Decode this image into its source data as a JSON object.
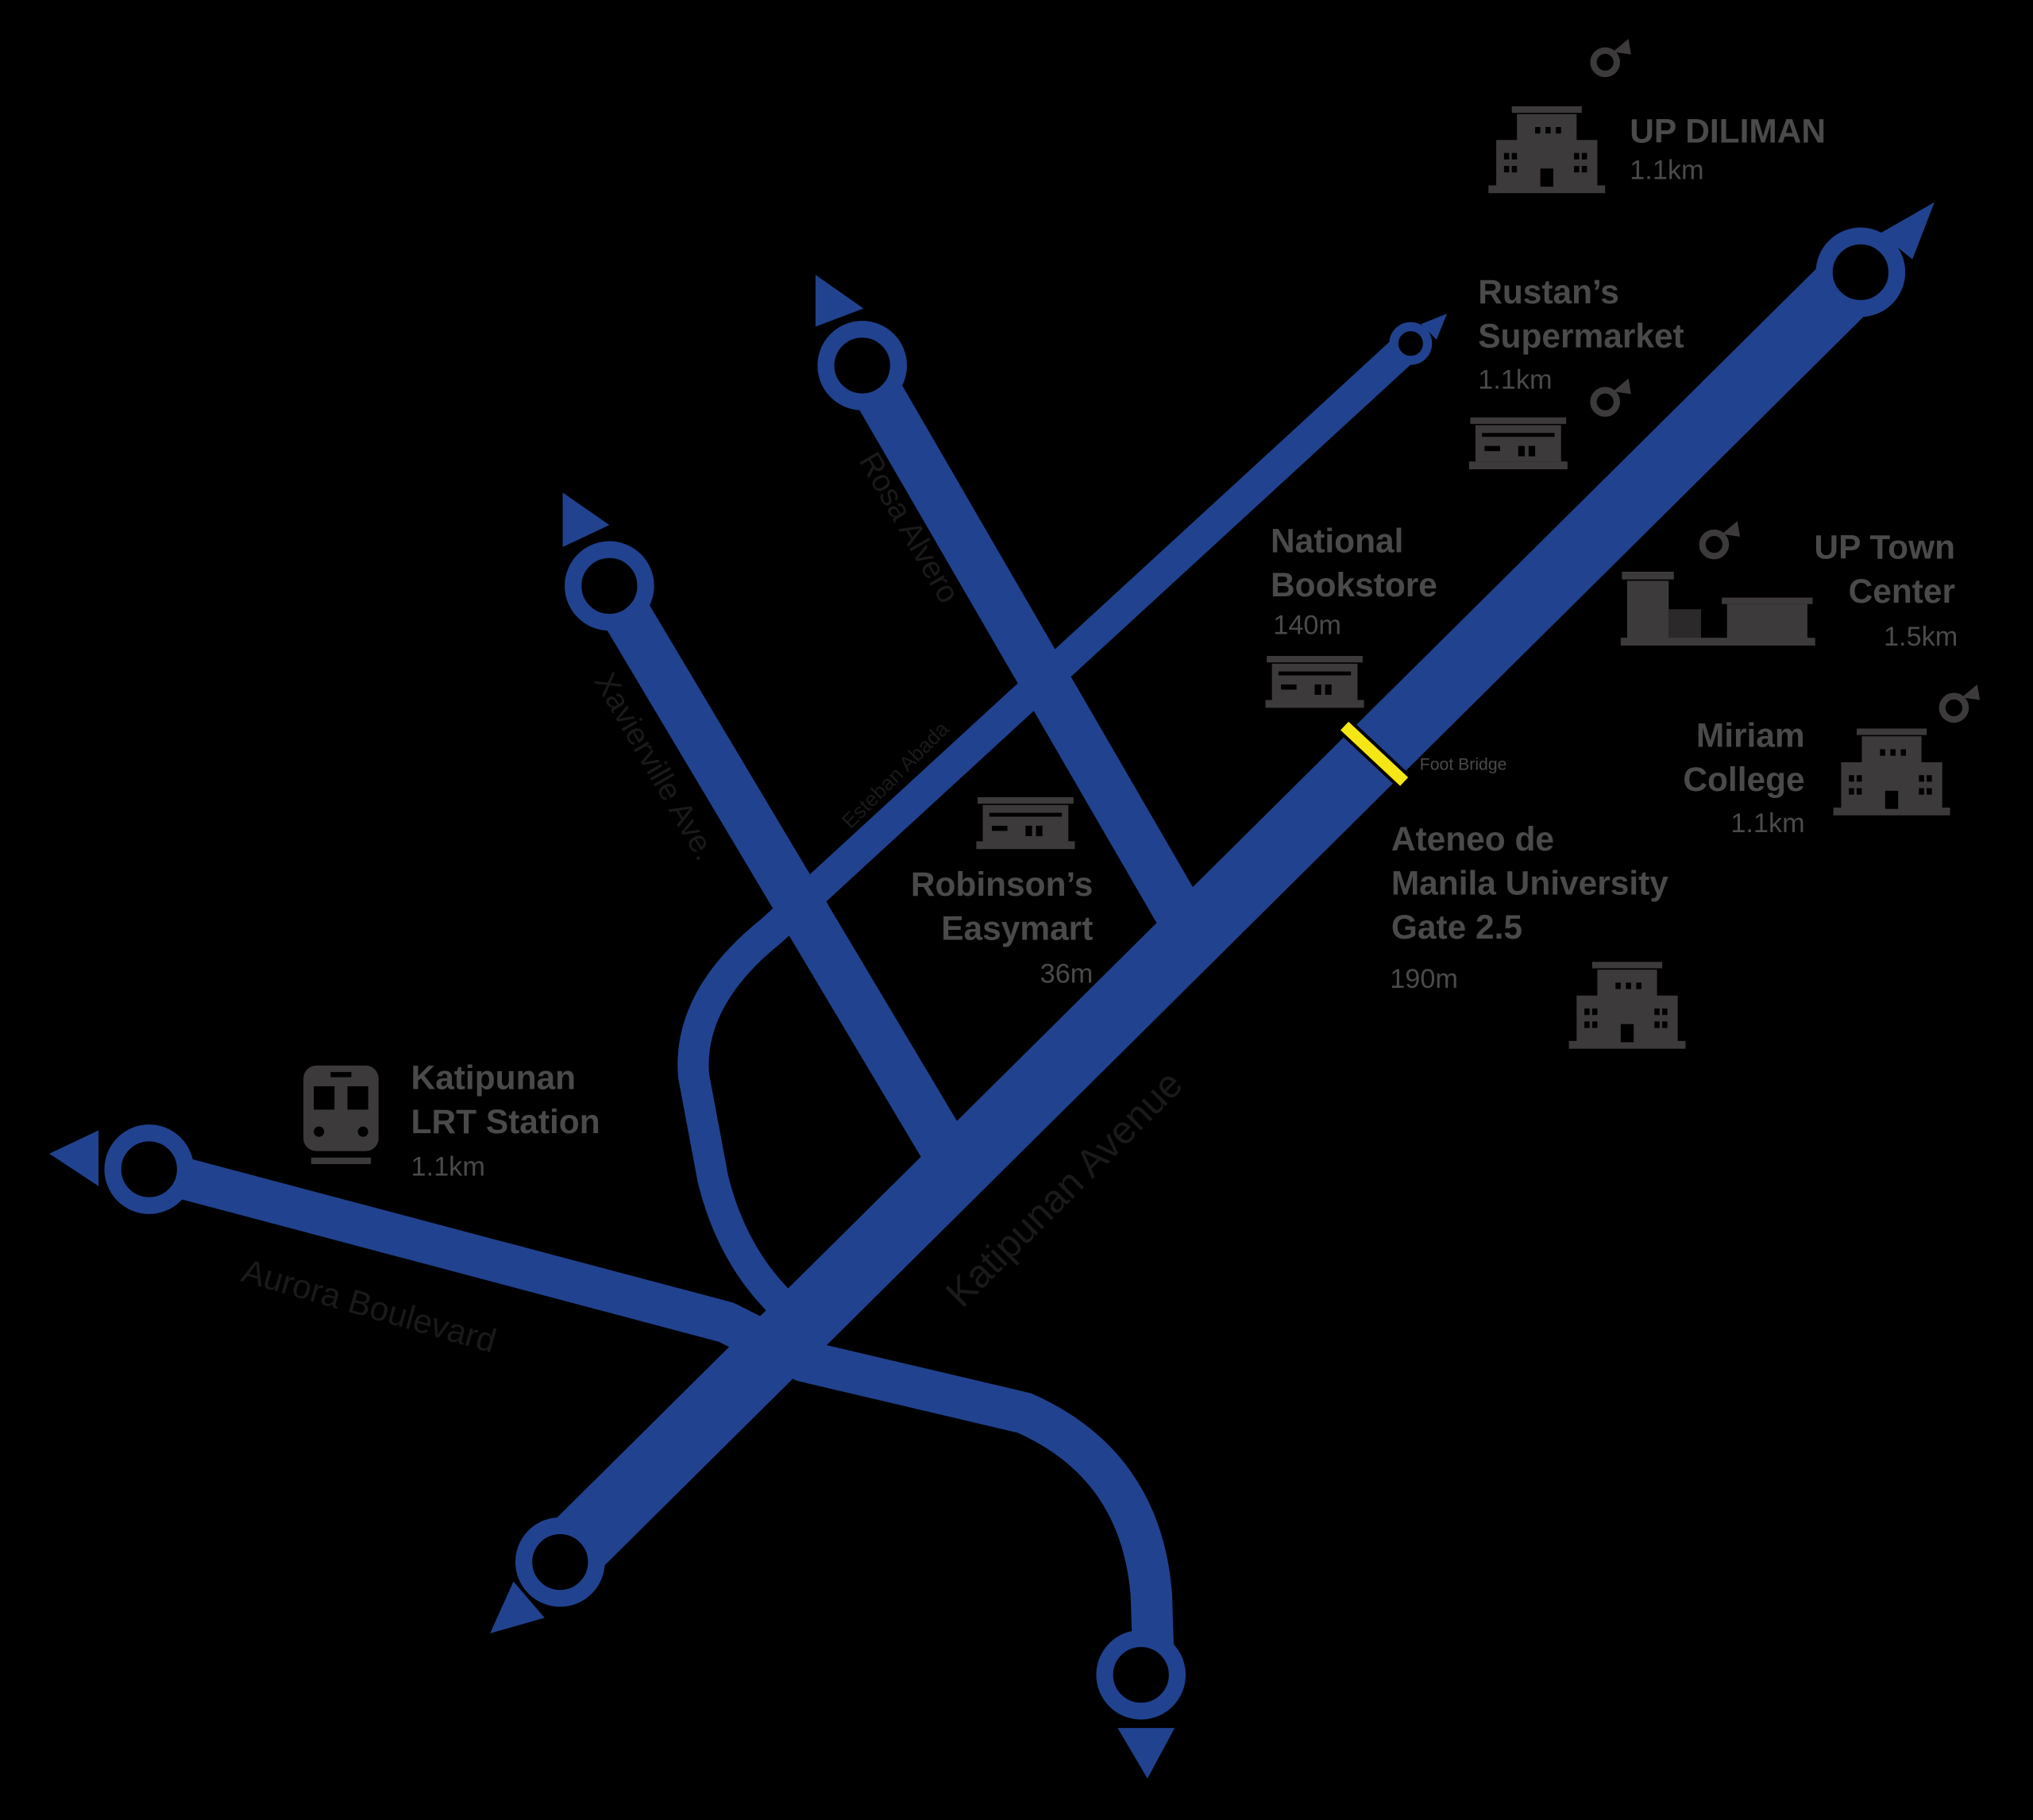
{
  "colors": {
    "road": "#21428f",
    "background": "#000000",
    "label": "#4a4a4a",
    "icon": "#3d3a3b",
    "foot_bridge": "#f5e616"
  },
  "streets": {
    "katipunan": "Katipunan Avenue",
    "aurora": "Aurora Boulevard",
    "xavierville": "Xavierville Ave.",
    "rosa_alvero": "Rosa Alvero",
    "esteban_abada": "Esteban Abada"
  },
  "foot_bridge": "Foot Bridge",
  "pois": {
    "up_diliman": {
      "lines": [
        "UP DILIMAN"
      ],
      "distance": "1.1km",
      "icon": "building-icon"
    },
    "rustans": {
      "lines": [
        "Rustan’s",
        "Supermarket"
      ],
      "distance": "1.1km",
      "icon": "store-icon"
    },
    "national_bookstore": {
      "lines": [
        "National",
        "Bookstore"
      ],
      "distance": "140m",
      "icon": "store-icon"
    },
    "up_town_center": {
      "lines": [
        "UP Town",
        "Center"
      ],
      "distance": "1.5km",
      "icon": "mall-icon"
    },
    "miriam": {
      "lines": [
        "Miriam",
        "College"
      ],
      "distance": "1.1km",
      "icon": "building-icon"
    },
    "ateneo": {
      "lines": [
        "Ateneo de",
        "Manila University",
        "Gate 2.5"
      ],
      "distance": "190m",
      "icon": "building-icon"
    },
    "robinsons": {
      "lines": [
        "Robinson’s",
        "Easymart"
      ],
      "distance": "36m",
      "icon": "store-icon"
    },
    "lrt": {
      "lines": [
        "Katipunan",
        "LRT Station"
      ],
      "distance": "1.1km",
      "icon": "train-icon"
    }
  }
}
